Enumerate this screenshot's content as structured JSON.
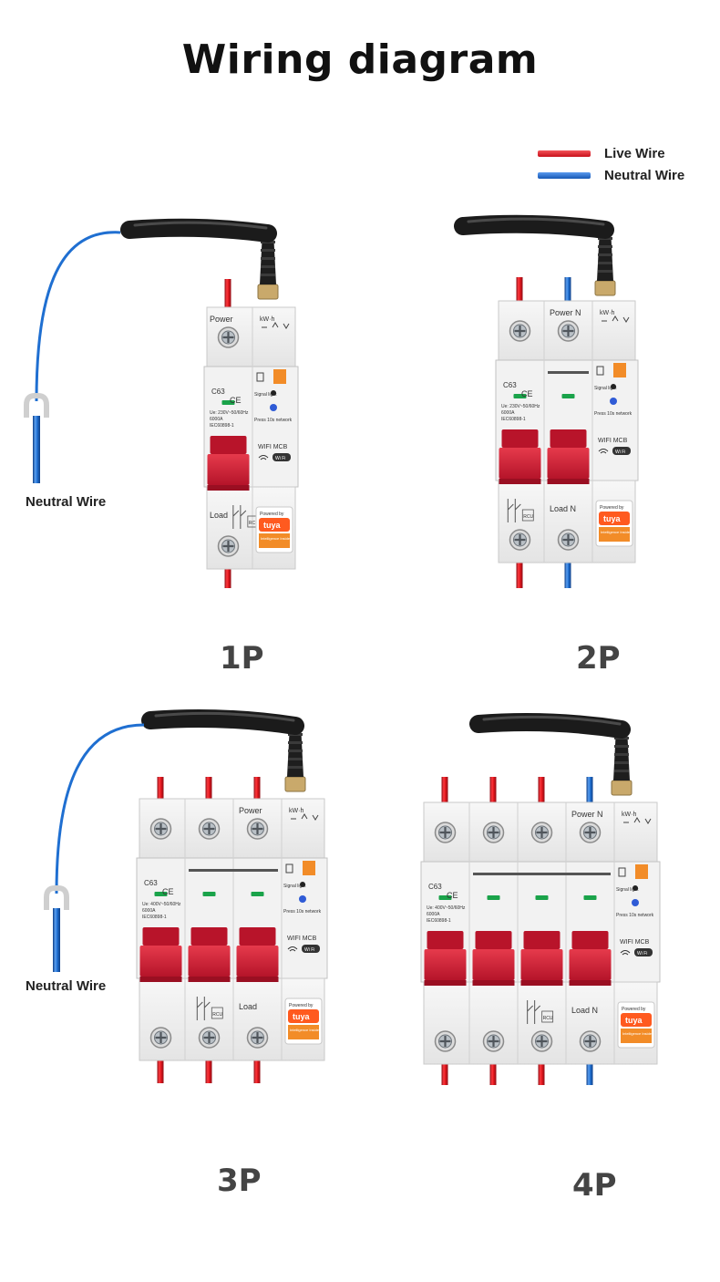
{
  "title": "Wiring diagram",
  "colors": {
    "live": "#e0151b",
    "neutral": "#1f6fd1",
    "breaker_handle": "#d7263d",
    "antenna": "#1b1b1b"
  },
  "legend": [
    {
      "label": "Live Wire",
      "color": "#e0151b"
    },
    {
      "label": "Neutral Wire",
      "color": "#1f6fd1"
    }
  ],
  "neutral_wire_label": "Neutral Wire",
  "device_text": {
    "power": "Power",
    "power_n": "Power N",
    "load": "Load",
    "load_n": "Load N",
    "kwh": "kW·h",
    "rating": "C63",
    "ce": "CE",
    "signal_light": "Signal light",
    "press_network": "Press 10s network",
    "wifi_mcb": "WIFI MCB",
    "wifi_badge": "Wi Fi",
    "powered_by": "Powered by",
    "tuya": "tuya",
    "intelligence": "Intelligence Inside",
    "rcu": "RCU",
    "spec_1p": [
      "Ue: 230V~50/60Hz",
      "6000A",
      "IEC60898-1"
    ],
    "spec_3p": [
      "Ue: 400V~50/60Hz",
      "6000A",
      "IEC60898-1"
    ]
  },
  "configurations": [
    {
      "id": "1p",
      "label": "1P",
      "poles": 1,
      "wires": [
        "live"
      ]
    },
    {
      "id": "2p",
      "label": "2P",
      "poles": 2,
      "wires": [
        "live",
        "neutral"
      ]
    },
    {
      "id": "3p",
      "label": "3P",
      "poles": 3,
      "wires": [
        "live",
        "live",
        "live"
      ]
    },
    {
      "id": "4p",
      "label": "4P",
      "poles": 4,
      "wires": [
        "live",
        "live",
        "live",
        "neutral"
      ]
    }
  ]
}
